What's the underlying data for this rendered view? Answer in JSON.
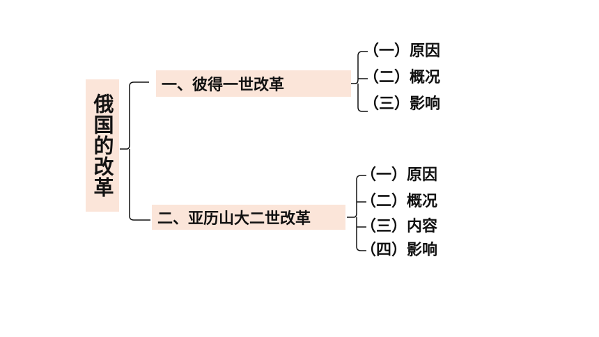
{
  "root": {
    "label": "俄国的改革"
  },
  "branches": [
    {
      "label": "一、彼得一世改革",
      "items": [
        {
          "label": "（一）原因"
        },
        {
          "label": "（二）概况"
        },
        {
          "label": "（三）影响"
        }
      ]
    },
    {
      "label": "二、亚历山大二世改革",
      "items": [
        {
          "label": "（一）原因"
        },
        {
          "label": "（二）概况"
        },
        {
          "label": "（三）内容"
        },
        {
          "label": "（四）影响"
        }
      ]
    }
  ],
  "colors": {
    "box_fill": "#fbe5d9",
    "line": "#111111"
  }
}
